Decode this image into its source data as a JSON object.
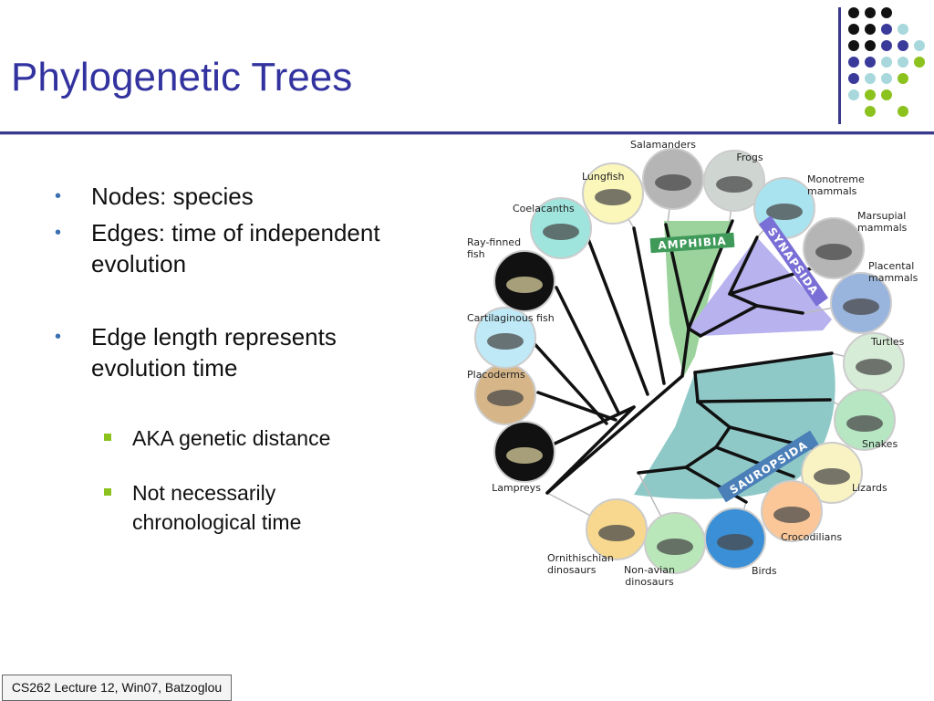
{
  "slide": {
    "title": "Phylogenetic Trees",
    "footer": "CS262 Lecture 12, Win07, Batzoglou"
  },
  "colors": {
    "title": "#3333a0",
    "rule": "#3a3a8c",
    "bullet_marker": "#3a6fb0",
    "sub_bullet_marker": "#8cc21e",
    "amphibia": "#9cd39c",
    "synapsida": "#b8b2ee",
    "sauropsida": "#8fc9c7",
    "dot_palette": [
      "#111111",
      "#3a3a9a",
      "#a8d8dc",
      "#8cc21e"
    ]
  },
  "bullets": [
    {
      "level": 1,
      "text": "Nodes: species"
    },
    {
      "level": 1,
      "text": "Edges: time of independent evolution"
    },
    {
      "level": 1,
      "text": "Edge length represents evolution time"
    },
    {
      "level": 2,
      "text": "AKA genetic distance"
    },
    {
      "level": 2,
      "text": "Not necessarily chronological time"
    }
  ],
  "tree": {
    "clades": [
      "AMPHIBIA",
      "SYNAPSIDA",
      "SAUROPSIDA"
    ],
    "taxa": [
      {
        "label": "Salamanders",
        "icon": "salamander-icon"
      },
      {
        "label": "Frogs",
        "icon": "frog-icon"
      },
      {
        "label": "Monotreme mammals",
        "icon": "echidna-icon"
      },
      {
        "label": "Marsupial mammals",
        "icon": "opossum-icon"
      },
      {
        "label": "Placental mammals",
        "icon": "deer-icon"
      },
      {
        "label": "Turtles",
        "icon": "turtle-icon"
      },
      {
        "label": "Snakes",
        "icon": "snake-icon"
      },
      {
        "label": "Lizards",
        "icon": "lizard-icon"
      },
      {
        "label": "Crocodilians",
        "icon": "crocodile-icon"
      },
      {
        "label": "Birds",
        "icon": "pelican-icon"
      },
      {
        "label": "Non-avian dinosaurs",
        "icon": "dinosaur-skull-icon"
      },
      {
        "label": "Ornithischian dinosaurs",
        "icon": "dinosaur-skeleton-icon"
      },
      {
        "label": "Lampreys",
        "icon": "lamprey-icon"
      },
      {
        "label": "Placoderms",
        "icon": "placoderm-icon"
      },
      {
        "label": "Cartilaginous fish",
        "icon": "shark-icon"
      },
      {
        "label": "Ray-finned fish",
        "icon": "fish-icon"
      },
      {
        "label": "Coelacanths",
        "icon": "coelacanth-icon"
      },
      {
        "label": "Lungfish",
        "icon": "lungfish-icon"
      }
    ]
  }
}
